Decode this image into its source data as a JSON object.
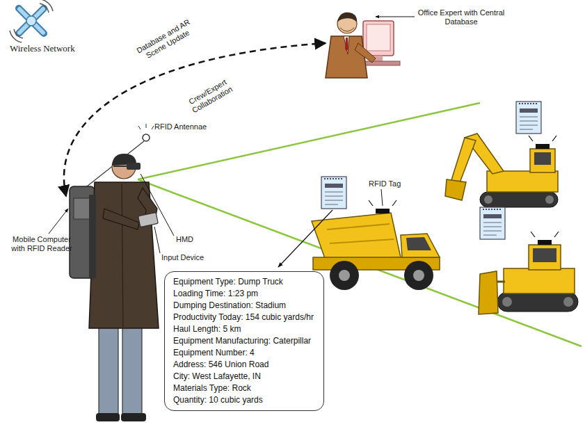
{
  "diagram": {
    "nodes": [
      {
        "text": [
          "Equipment Type: Dump Truck",
          "Loading Time: 1:23 pm",
          "Dumping Destination: Stadium",
          "Productivity Today: 154 cubic yards/hr",
          "Haul Length: 5 km",
          "Equipment Manufacturing: Caterpillar",
          "Equipment Number: 4",
          "Address: 546 Union Road",
          "City: West Lafayette, IN",
          "Materials Type: Rock",
          "Quantity: 10 cubic yards"
        ]
      }
    ],
    "labels": [
      "Wireless Network",
      "Database and AR Scene Update",
      "Crew/Expert Collaboration",
      "Office Expert with Central Database",
      "RFID Antennae",
      "RFID Tag",
      "HMD",
      "Input Device",
      "Mobile Computer with RFID Reader"
    ]
  }
}
